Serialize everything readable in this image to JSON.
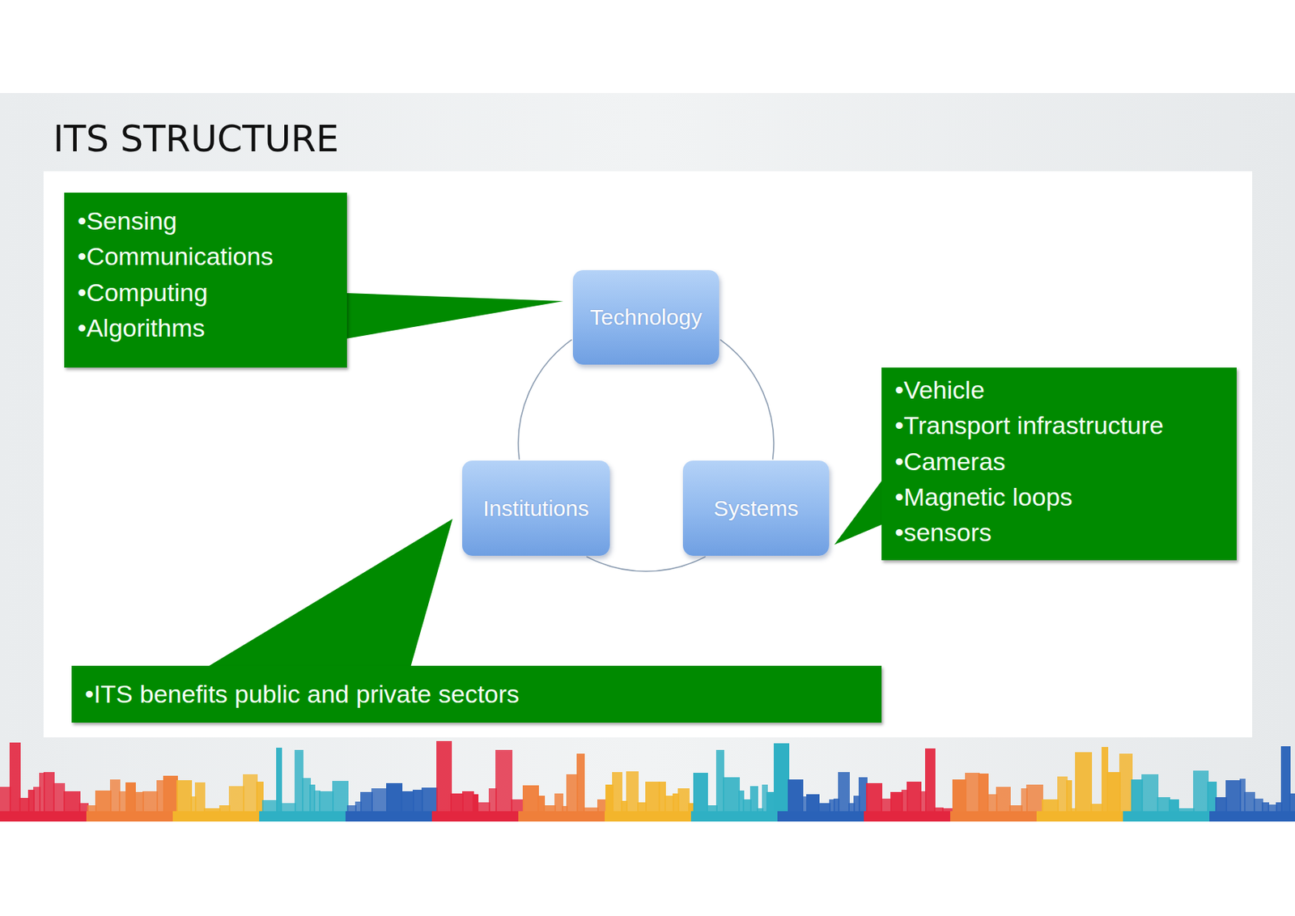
{
  "diagram": {
    "title": "ITS STRUCTURE",
    "nodes": [
      {
        "text": [
          "•Sensing",
          "•Communications",
          "•Computing",
          "•Algorithms"
        ]
      },
      {
        "text": [
          "Technology"
        ]
      },
      {
        "text": [
          "•Vehicle",
          "•Transport infrastructure",
          "•Cameras",
          "•Magnetic loops",
          "•sensors"
        ]
      },
      {
        "text": [
          "Institutions"
        ]
      },
      {
        "text": [
          "Systems"
        ]
      },
      {
        "text": [
          "•ITS benefits public and private sectors"
        ]
      }
    ],
    "edges": [
      {
        "from": 1,
        "to": 4,
        "arrow": "none"
      },
      {
        "from": 4,
        "to": 3,
        "arrow": "none"
      },
      {
        "from": 3,
        "to": 1,
        "arrow": "none"
      }
    ]
  }
}
